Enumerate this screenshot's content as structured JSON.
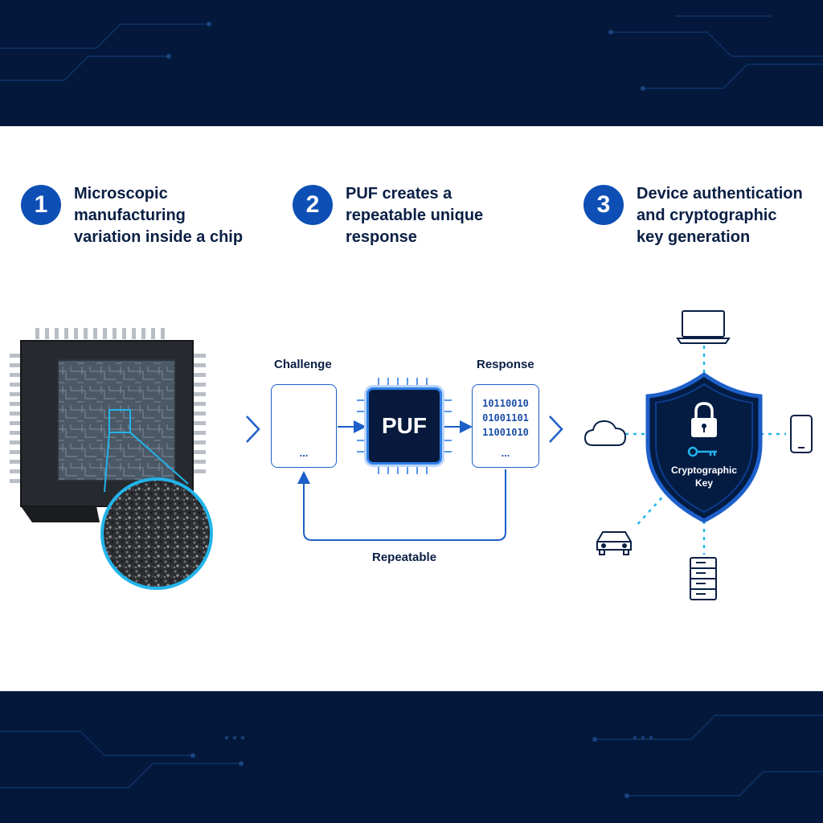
{
  "steps": [
    {
      "number": "1",
      "text": "Microscopic\nmanufacturing\nvariation inside a chip"
    },
    {
      "number": "2",
      "text": "PUF creates a\nrepeatable unique\nresponse"
    },
    {
      "number": "3",
      "text": "Device authentication\nand cryptographic\nkey generation"
    }
  ],
  "flow": {
    "challenge_label": "Challenge",
    "response_label": "Response",
    "puf_label": "PUF",
    "response_bits": [
      "10110010",
      "01001101",
      "11001010"
    ],
    "ellipsis": "...",
    "loop_label": "Repeatable"
  },
  "shield": {
    "key_label_line1": "Cryptographic",
    "key_label_line2": "Key"
  },
  "devices": [
    "laptop-icon",
    "smartphone-icon",
    "cloud-icon",
    "car-icon",
    "server-icon"
  ],
  "colors": {
    "band": "#03183b",
    "accent": "#0d4fb5",
    "bright": "#2f7fe8",
    "cyan": "#22b4ea",
    "text": "#0a1f44"
  }
}
